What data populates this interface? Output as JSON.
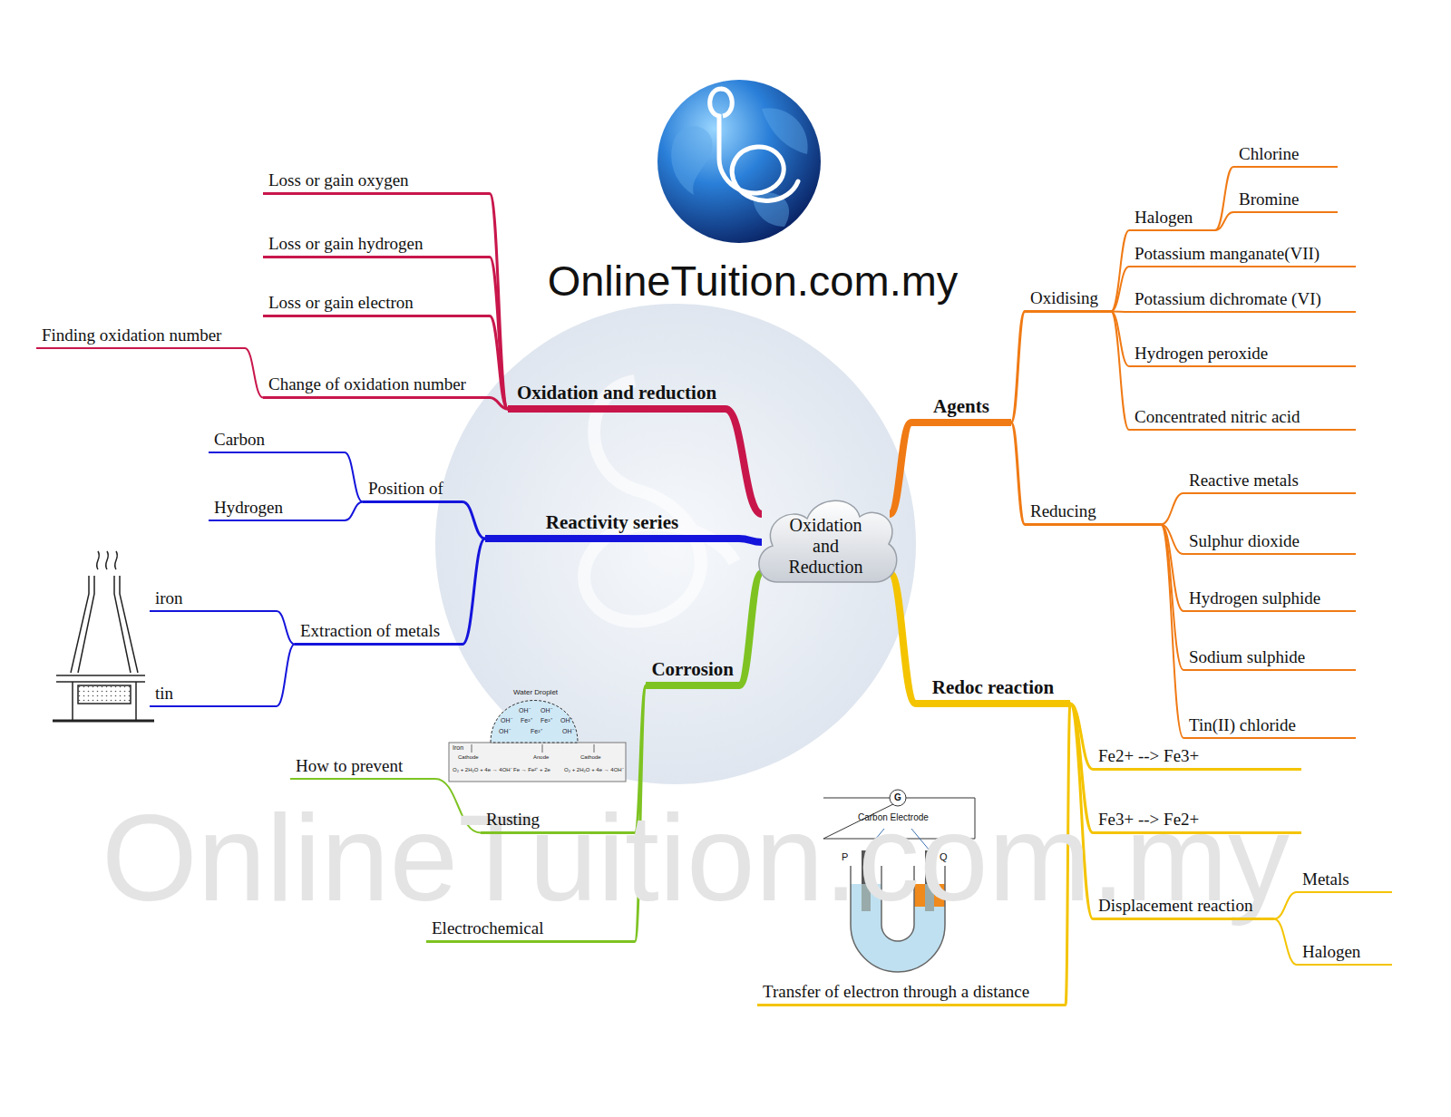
{
  "diagram": {
    "title": "OnlineTuition.com.my",
    "nodes": [
      {
        "text": [
          "Oxidation and Reduction"
        ]
      },
      {
        "text": [
          "Oxidation and reduction"
        ]
      },
      {
        "text": [
          "Loss or gain oxygen"
        ]
      },
      {
        "text": [
          "Loss or gain hydrogen"
        ]
      },
      {
        "text": [
          "Loss or gain electron"
        ]
      },
      {
        "text": [
          "Change of oxidation number"
        ]
      },
      {
        "text": [
          "Finding oxidation number"
        ]
      },
      {
        "text": [
          "Reactivity series"
        ]
      },
      {
        "text": [
          "Position of"
        ]
      },
      {
        "text": [
          "Carbon"
        ]
      },
      {
        "text": [
          "Hydrogen"
        ]
      },
      {
        "text": [
          "Extraction of metals"
        ]
      },
      {
        "text": [
          "iron"
        ]
      },
      {
        "text": [
          "tin"
        ]
      },
      {
        "text": [
          "Corrosion"
        ]
      },
      {
        "text": [
          "Rusting"
        ]
      },
      {
        "text": [
          "How to prevent"
        ]
      },
      {
        "text": [
          "Electrochemical"
        ]
      },
      {
        "text": [
          "Agents"
        ]
      },
      {
        "text": [
          "Oxidising"
        ]
      },
      {
        "text": [
          "Halogen"
        ]
      },
      {
        "text": [
          "Chlorine"
        ]
      },
      {
        "text": [
          "Bromine"
        ]
      },
      {
        "text": [
          "Potassium manganate(VII)"
        ]
      },
      {
        "text": [
          "Potassium dichromate (VI)"
        ]
      },
      {
        "text": [
          "Hydrogen peroxide"
        ]
      },
      {
        "text": [
          "Concentrated nitric acid"
        ]
      },
      {
        "text": [
          "Reducing"
        ]
      },
      {
        "text": [
          "Reactive metals"
        ]
      },
      {
        "text": [
          "Sulphur dioxide"
        ]
      },
      {
        "text": [
          "Hydrogen sulphide"
        ]
      },
      {
        "text": [
          "Sodium sulphide"
        ]
      },
      {
        "text": [
          "Tin(II) chloride"
        ]
      },
      {
        "text": [
          "Redoc reaction"
        ]
      },
      {
        "text": [
          "Fe2+ --> Fe3+"
        ]
      },
      {
        "text": [
          "Fe3+ --> Fe2+"
        ]
      },
      {
        "text": [
          "Displacement reaction"
        ]
      },
      {
        "text": [
          "Metals"
        ]
      },
      {
        "text": [
          "Halogen"
        ]
      },
      {
        "text": [
          "Transfer of electron through a distance"
        ]
      }
    ],
    "edges": [
      {
        "from": 0,
        "to": 1,
        "arrow": "none"
      },
      {
        "from": 1,
        "to": 2,
        "arrow": "none"
      },
      {
        "from": 1,
        "to": 3,
        "arrow": "none"
      },
      {
        "from": 1,
        "to": 4,
        "arrow": "none"
      },
      {
        "from": 1,
        "to": 5,
        "arrow": "none"
      },
      {
        "from": 5,
        "to": 6,
        "arrow": "none"
      },
      {
        "from": 0,
        "to": 7,
        "arrow": "none"
      },
      {
        "from": 7,
        "to": 8,
        "arrow": "none"
      },
      {
        "from": 8,
        "to": 9,
        "arrow": "none"
      },
      {
        "from": 8,
        "to": 10,
        "arrow": "none"
      },
      {
        "from": 7,
        "to": 11,
        "arrow": "none"
      },
      {
        "from": 11,
        "to": 12,
        "arrow": "none"
      },
      {
        "from": 11,
        "to": 13,
        "arrow": "none"
      },
      {
        "from": 0,
        "to": 14,
        "arrow": "none"
      },
      {
        "from": 14,
        "to": 15,
        "arrow": "none"
      },
      {
        "from": 15,
        "to": 16,
        "arrow": "none"
      },
      {
        "from": 14,
        "to": 17,
        "arrow": "none"
      },
      {
        "from": 0,
        "to": 18,
        "arrow": "none"
      },
      {
        "from": 18,
        "to": 19,
        "arrow": "none"
      },
      {
        "from": 19,
        "to": 20,
        "arrow": "none"
      },
      {
        "from": 20,
        "to": 21,
        "arrow": "none"
      },
      {
        "from": 20,
        "to": 22,
        "arrow": "none"
      },
      {
        "from": 19,
        "to": 23,
        "arrow": "none"
      },
      {
        "from": 19,
        "to": 24,
        "arrow": "none"
      },
      {
        "from": 19,
        "to": 25,
        "arrow": "none"
      },
      {
        "from": 19,
        "to": 26,
        "arrow": "none"
      },
      {
        "from": 18,
        "to": 27,
        "arrow": "none"
      },
      {
        "from": 27,
        "to": 28,
        "arrow": "none"
      },
      {
        "from": 27,
        "to": 29,
        "arrow": "none"
      },
      {
        "from": 27,
        "to": 30,
        "arrow": "none"
      },
      {
        "from": 27,
        "to": 31,
        "arrow": "none"
      },
      {
        "from": 27,
        "to": 32,
        "arrow": "none"
      },
      {
        "from": 0,
        "to": 33,
        "arrow": "none"
      },
      {
        "from": 33,
        "to": 34,
        "arrow": "none"
      },
      {
        "from": 33,
        "to": 35,
        "arrow": "none"
      },
      {
        "from": 33,
        "to": 36,
        "arrow": "none"
      },
      {
        "from": 36,
        "to": 37,
        "arrow": "none"
      },
      {
        "from": 36,
        "to": 38,
        "arrow": "none"
      },
      {
        "from": 33,
        "to": 39,
        "arrow": "none"
      }
    ],
    "labels": [
      "OnlineTuition.com.my",
      "Water Droplet",
      "OH⁻",
      "OH⁻",
      "OH⁻",
      "OH⁻",
      "OH⁻",
      "OH⁻",
      "Fe²⁺",
      "Fe²⁺",
      "Fe²⁺",
      "Iron",
      "Cathode",
      "Anode",
      "Cathode",
      "O₂ + 2H₂O + 4e → 4OH⁻",
      "Fe → Fe²⁺ + 2e",
      "O₂ + 2H₂O + 4e → 4OH⁻",
      "G",
      "Carbon Electrode",
      "P",
      "Q"
    ]
  }
}
